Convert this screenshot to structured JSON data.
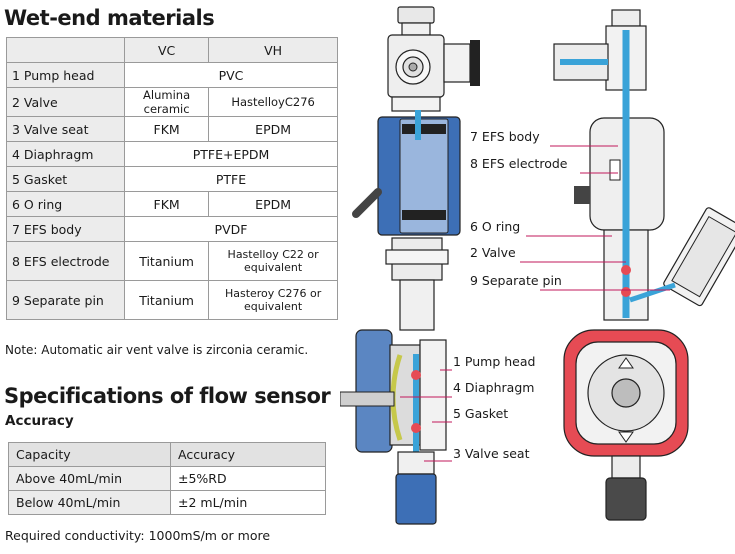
{
  "wet": {
    "title": "Wet-end materials",
    "headers": [
      "",
      "VC",
      "VH"
    ],
    "rows": [
      {
        "label": "1 Pump head",
        "shared": "PVC"
      },
      {
        "label": "2 Valve",
        "vc": "Alumina ceramic",
        "vh": "HastelloyC276"
      },
      {
        "label": "3 Valve seat",
        "vc": "FKM",
        "vh": "EPDM"
      },
      {
        "label": "4 Diaphragm",
        "shared": "PTFE+EPDM"
      },
      {
        "label": "5 Gasket",
        "shared": "PTFE"
      },
      {
        "label": "6 O ring",
        "vc": "FKM",
        "vh": "EPDM"
      },
      {
        "label": "7 EFS body",
        "shared": "PVDF"
      },
      {
        "label": "8 EFS electrode",
        "vc": "Titanium",
        "vh": "Hastelloy C22 or equivalent"
      },
      {
        "label": "9 Separate pin",
        "vc": "Titanium",
        "vh": "Hasteroy C276 or equivalent"
      }
    ],
    "note": "Note: Automatic air vent valve is zirconia ceramic."
  },
  "spec": {
    "title": "Specifications of flow sensor",
    "subtitle": "Accuracy",
    "headers": [
      "Capacity",
      "Accuracy"
    ],
    "rows": [
      [
        "Above 40mL/min",
        "±5%RD"
      ],
      [
        "Below 40mL/min",
        "±2 mL/min"
      ]
    ],
    "required": "Required conductivity: 1000mS/m or more"
  },
  "diagram": {
    "labels": [
      "7 EFS body",
      "8 EFS electrode",
      "6 O ring",
      "2 Valve",
      "9 Separate pin",
      "1 Pump head",
      "4 Diaphragm",
      "5 Gasket",
      "3 Valve seat"
    ]
  },
  "colors": {
    "blue": "#3aa3d8",
    "pump_red": "#e64b54",
    "gray": "#d9d9d9",
    "leader": "#c2185b"
  }
}
